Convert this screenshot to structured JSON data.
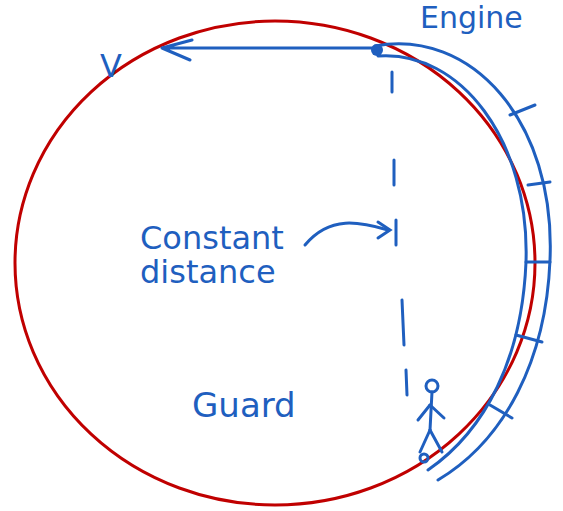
{
  "diagram": {
    "labels": [
      "Engine",
      "V",
      "Constant distance",
      "Guard"
    ]
  }
}
